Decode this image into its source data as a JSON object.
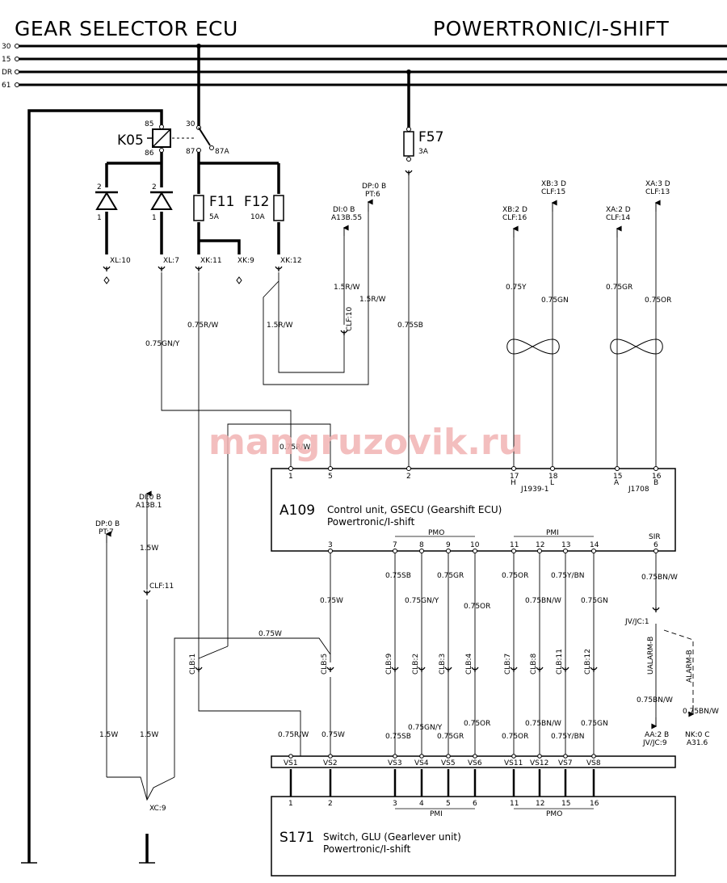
{
  "header": {
    "left_title": "GEAR SELECTOR ECU",
    "right_title": "POWERTRONIC/I-SHIFT"
  },
  "watermark": "mangruzovik.ru",
  "rails": [
    "30",
    "15",
    "DR",
    "61"
  ],
  "relay": {
    "id": "K05",
    "pins": {
      "p85": "85",
      "p86": "86",
      "p30": "30",
      "p87": "87",
      "p87a": "87A"
    }
  },
  "fuses": {
    "f11": {
      "id": "F11",
      "rating": "5A"
    },
    "f12": {
      "id": "F12",
      "rating": "10A"
    },
    "f57": {
      "id": "F57",
      "rating": "3A"
    }
  },
  "diodes": {
    "d1_top": "2",
    "d1_bot": "1",
    "d2_top": "2",
    "d2_bot": "1"
  },
  "connectors": {
    "xl10": "XL:10",
    "xl7": "XL:7",
    "xk11": "XK:11",
    "xk9": "XK:9",
    "xk12": "XK:12",
    "clf10": "CLF:10",
    "clf11": "CLF:11",
    "xc9": "XC:9",
    "jvjc1": "JV/JC:1"
  },
  "refs": {
    "dp0b_pt6": [
      "DP:0 B",
      "PT:6"
    ],
    "di0b_a13b55": [
      "DI:0 B",
      "A13B.55"
    ],
    "xb2d_clf16": [
      "XB:2 D",
      "CLF:16"
    ],
    "xb3d_clf15": [
      "XB:3 D",
      "CLF:15"
    ],
    "xa2d_clf14": [
      "XA:2 D",
      "CLF:14"
    ],
    "xa3d_clf13": [
      "XA:3 D",
      "CLF:13"
    ],
    "di0b_a13b1": [
      "DI:0 B",
      "A13B.1"
    ],
    "dp0b_pt7": [
      "DP:0 B",
      "PT:7"
    ],
    "aa2b_jvjc9": [
      "AA:2 B",
      "JV/JC:9"
    ],
    "nk0c_a316": [
      "NK:0 C",
      "A31.6"
    ]
  },
  "wires": {
    "w_gny_top": "0.75GN/Y",
    "w_rw_top": "0.75R/W",
    "w_15rw_a": "1.5R/W",
    "w_15rw_b": "1.5R/W",
    "w_15rw_c": "1.5R/W",
    "w_sb_top": "0.75SB",
    "w_y_top": "0.75Y",
    "w_gn_top": "0.75GN",
    "w_gr_top": "0.75GR",
    "w_or_top": "0.75OR",
    "w_rw_mid": "0.75R/W",
    "w_15w_a": "1.5W",
    "w_15w_b": "1.5W",
    "w_15w_c": "1.5W",
    "w_w_left": "0.75W",
    "w_w_cross": "0.75W",
    "w_bnw_sir": "0.75BN/W",
    "w_bnw_aa": "0.75BN/W",
    "w_bnw_nk": "0.75BN/W",
    "w_sb_7": "0.75SB",
    "w_gny_8": "0.75GN/Y",
    "w_gr_9": "0.75GR",
    "w_or_10": "0.75OR",
    "w_or_11": "0.75OR",
    "w_bnw_12": "0.75BN/W",
    "w_ybn_13": "0.75Y/BN",
    "w_gn_14": "0.75GN",
    "bot_rw": "0.75R/W",
    "bot_w": "0.75W",
    "bot_sb": "0.75SB",
    "bot_gny": "0.75GN/Y",
    "bot_gr": "0.75GR",
    "bot_or1": "0.75OR",
    "bot_or2": "0.75OR",
    "bot_bnw": "0.75BN/W",
    "bot_ybn": "0.75Y/BN",
    "bot_gn": "0.75GN"
  },
  "clb": [
    "CLB:1",
    "CLB:5",
    "CLB:9",
    "CLB:2",
    "CLB:3",
    "CLB:4",
    "CLB:7",
    "CLB:8",
    "CLB:11",
    "CLB:12"
  ],
  "alarm": {
    "ualarm": "UALARM-B",
    "alarm": "ALARM-B"
  },
  "a109": {
    "id": "A109",
    "name": "Control unit, GSECU (Gearshift ECU)",
    "sub": "Powertronic/I-shift",
    "top_pins": [
      "1",
      "5",
      "2",
      "17",
      "18",
      "15",
      "16"
    ],
    "top_pin_sub": [
      "H",
      "L",
      "A",
      "B"
    ],
    "bus_labels": [
      "J1939-1",
      "J1708"
    ],
    "bottom_pins": [
      "3",
      "7",
      "8",
      "9",
      "10",
      "11",
      "12",
      "13",
      "14",
      "6"
    ],
    "group_labels": [
      "PMO",
      "PMI",
      "SIR"
    ]
  },
  "connector_strip": [
    "VS1",
    "VS2",
    "VS3",
    "VS4",
    "VS5",
    "VS6",
    "VS11",
    "VS12",
    "VS7",
    "VS8"
  ],
  "s171": {
    "id": "S171",
    "name": "Switch, GLU (Gearlever unit)",
    "sub": "Powertronic/I-shift",
    "pins": [
      "1",
      "2",
      "3",
      "4",
      "5",
      "6",
      "11",
      "12",
      "15",
      "16"
    ],
    "group_labels": [
      "PMI",
      "PMO"
    ]
  }
}
